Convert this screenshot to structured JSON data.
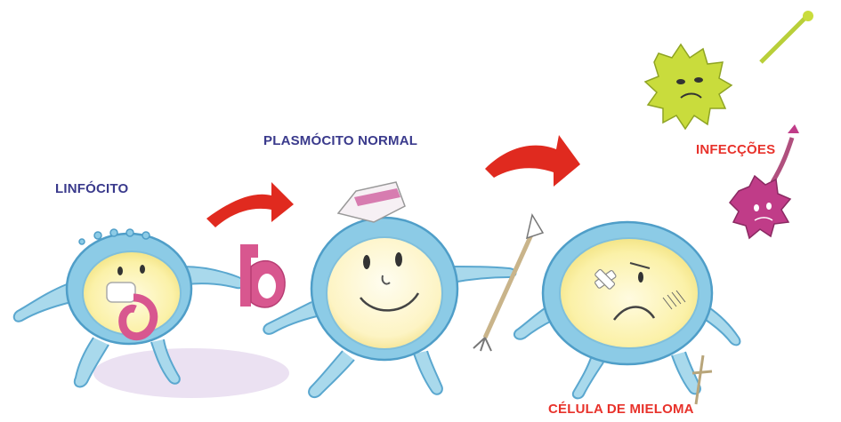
{
  "labels": {
    "lymphocyte": "LINFÓCITO",
    "normal_plasmocyte": "PLASMÓCITO NORMAL",
    "infections": "INFECÇÕES",
    "myeloma_cell": "CÉLULA DE MIELOMA"
  },
  "colors": {
    "label_blue": "#3a3a8c",
    "label_red": "#e8322b",
    "arrow_red": "#e02a1f",
    "cell_blue": "#8ccbe6",
    "cell_yellow": "#fbf4b8",
    "antibody_pink": "#d8578f",
    "germ_green": "#c9dc3c",
    "germ_magenta": "#c03c88"
  }
}
